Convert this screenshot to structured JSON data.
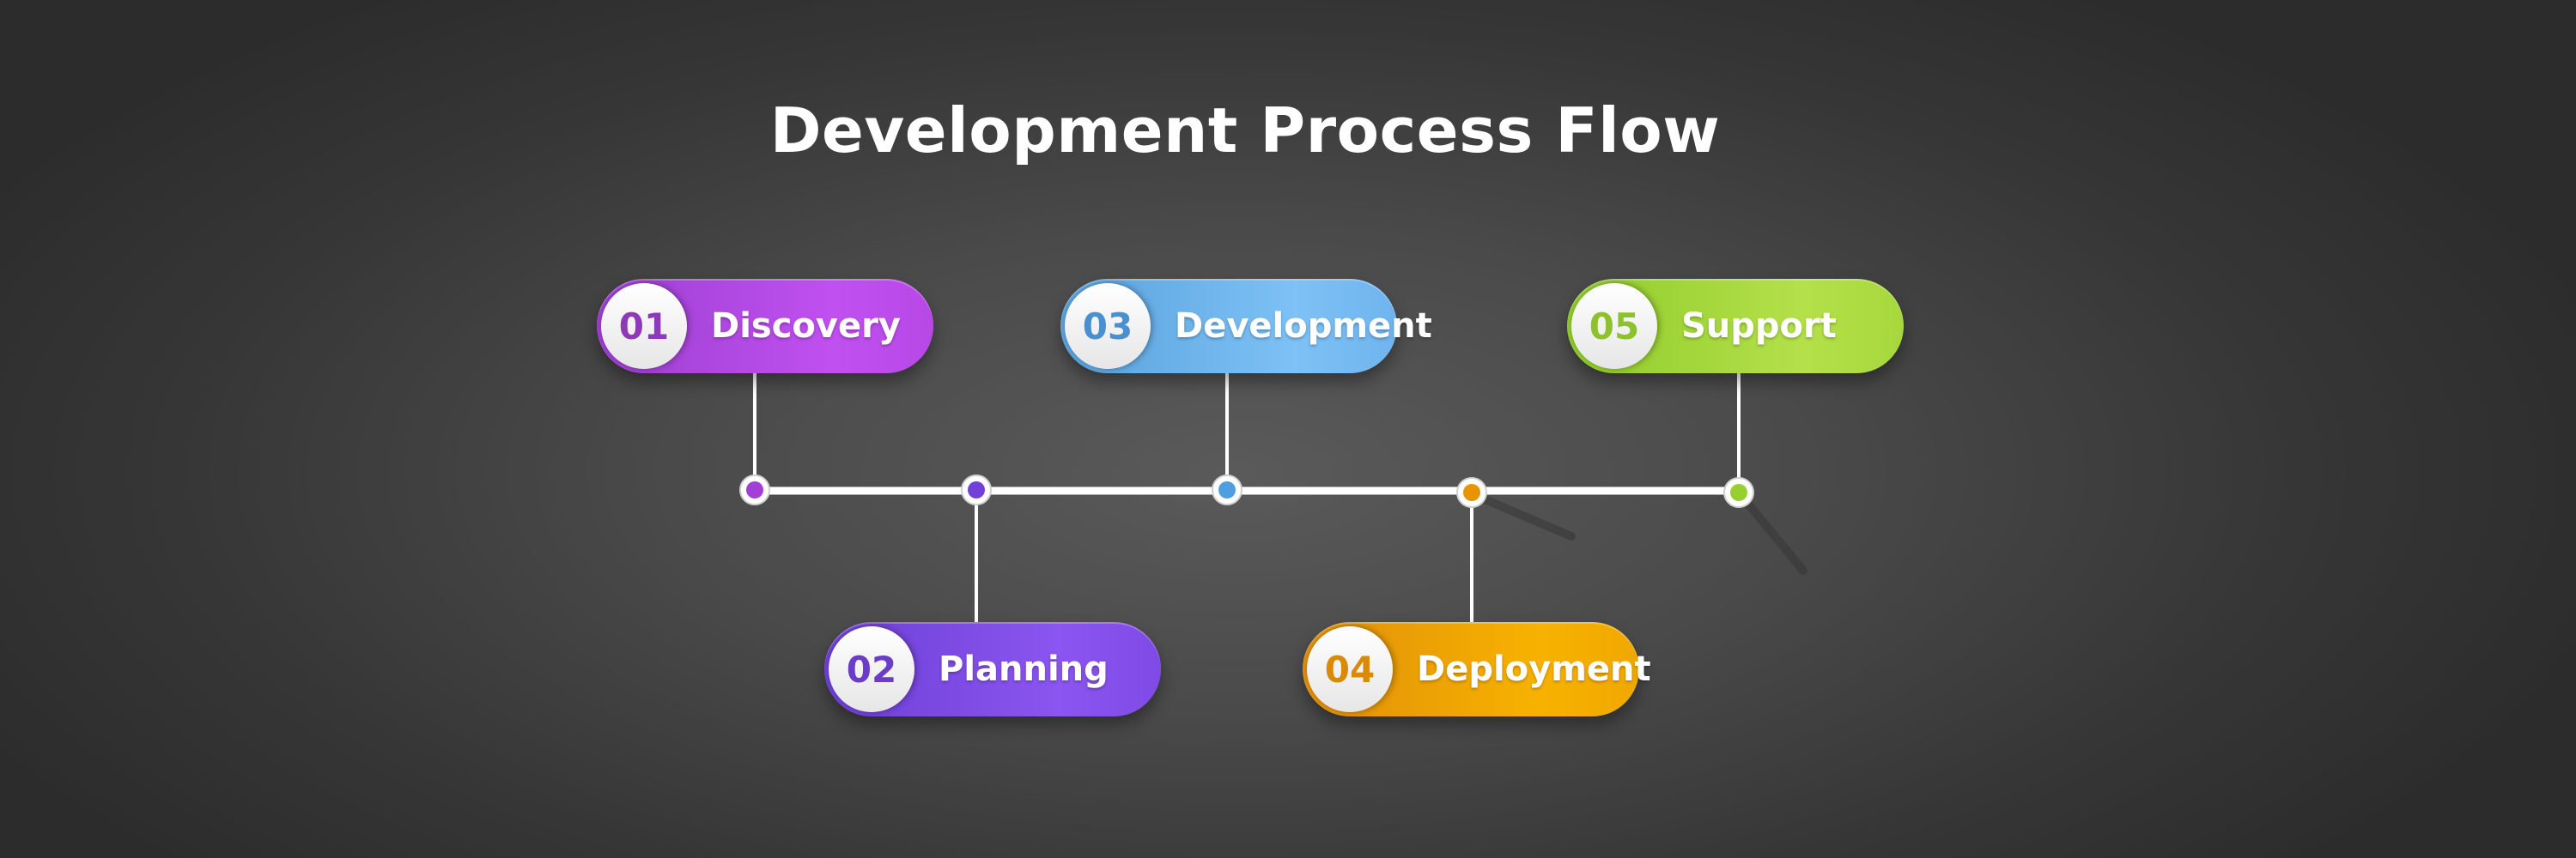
{
  "title": "Development Process Flow",
  "steps": [
    {
      "number": "01",
      "label": "Discovery",
      "color": "#b848e6"
    },
    {
      "number": "02",
      "label": "Planning",
      "color": "#7f4ae6"
    },
    {
      "number": "03",
      "label": "Development",
      "color": "#5aa8e6"
    },
    {
      "number": "04",
      "label": "Deployment",
      "color": "#f0a000"
    },
    {
      "number": "05",
      "label": "Support",
      "color": "#a6d83c"
    }
  ]
}
